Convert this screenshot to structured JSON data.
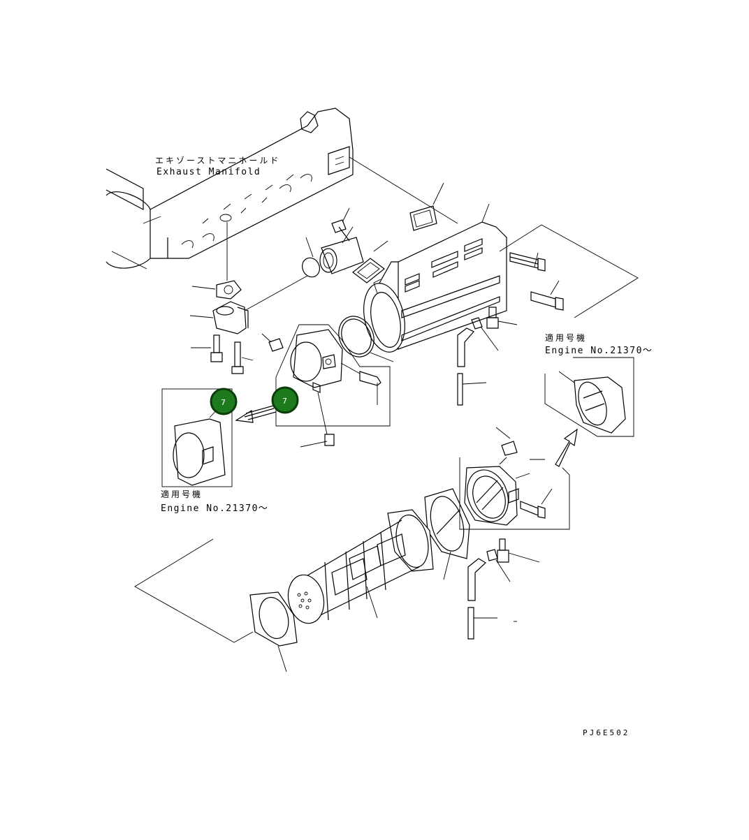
{
  "manifold_label": {
    "japanese": "エキゾーストマニホールド",
    "english": "Exhaust Manifold"
  },
  "applicability_left": {
    "japanese": "適用号機",
    "engine": "Engine No.21370〜"
  },
  "applicability_right": {
    "japanese": "適用号機",
    "engine": "Engine No.21370〜"
  },
  "callouts": [
    {
      "number": "7",
      "color": "#1d7a1d"
    },
    {
      "number": "7",
      "color": "#1d7a1d"
    }
  ],
  "drawing_code": "PJ6E502"
}
